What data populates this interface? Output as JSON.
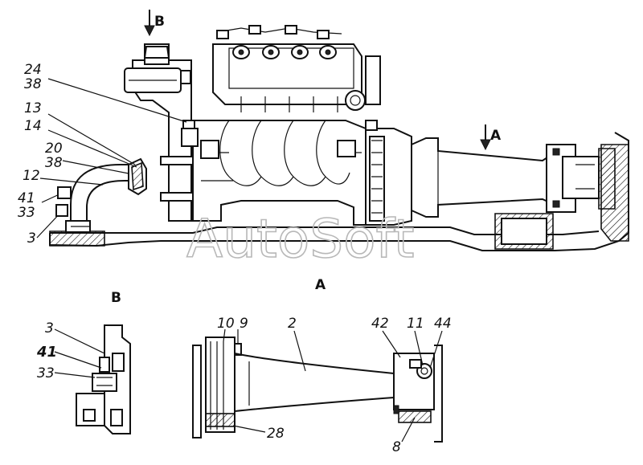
{
  "views": {
    "main_arrow_b": "B",
    "main_arrow_a": "A",
    "view_a_title": "A",
    "view_b_title": "B"
  },
  "callouts_main": [
    "24",
    "38",
    "13",
    "14",
    "20",
    "38",
    "12",
    "41",
    "33",
    "3"
  ],
  "callouts_view_b": [
    "3",
    "41",
    "33"
  ],
  "callouts_view_a": [
    "10",
    "9",
    "2",
    "42",
    "11",
    "44",
    "28",
    "8"
  ],
  "watermark": "AutoSoft"
}
